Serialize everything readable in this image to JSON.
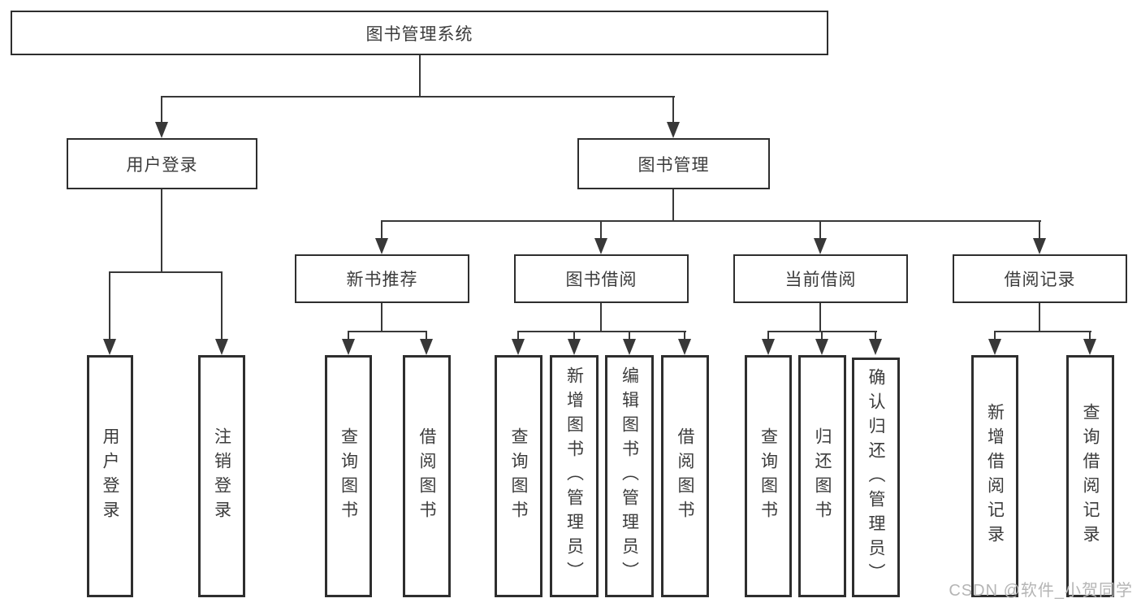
{
  "diagram": {
    "title_node": "图书管理系统",
    "root": {
      "label": "图书管理系统"
    },
    "branches": [
      {
        "label": "用户登录",
        "children": [
          {
            "label": "用户登录"
          },
          {
            "label": "注销登录"
          }
        ]
      },
      {
        "label": "图书管理",
        "children": [
          {
            "label": "新书推荐",
            "children": [
              {
                "label": "查询图书"
              },
              {
                "label": "借阅图书"
              }
            ]
          },
          {
            "label": "图书借阅",
            "children": [
              {
                "label": "查询图书"
              },
              {
                "label": "新增图书（管理员）"
              },
              {
                "label": "编辑图书（管理员）"
              },
              {
                "label": "借阅图书"
              }
            ]
          },
          {
            "label": "当前借阅",
            "children": [
              {
                "label": "查询图书"
              },
              {
                "label": "归还图书"
              },
              {
                "label": "确认归还（管理员）"
              }
            ]
          },
          {
            "label": "借阅记录",
            "children": [
              {
                "label": "新增借阅记录"
              },
              {
                "label": "查询借阅记录"
              }
            ]
          }
        ]
      }
    ]
  },
  "watermark": {
    "text": "CSDN @软件_小贺同学"
  },
  "colors": {
    "line": "#383838",
    "box_border": "#2e2e2e",
    "text": "#3c3c3c",
    "watermark_text": "#b5b5b5",
    "background": "#ffffff"
  }
}
